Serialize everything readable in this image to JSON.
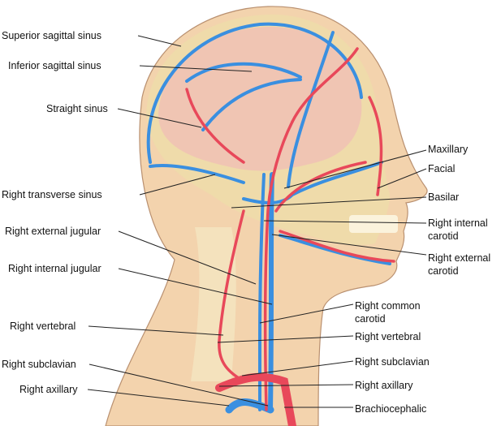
{
  "title": "Veins and arteries of the head and neck",
  "colors": {
    "vein": "#3a8fe0",
    "artery": "#e8485a",
    "skin": "#f3d3ad",
    "skull": "#eedcaa",
    "brain": "#efc2b4",
    "leader": "#222222"
  },
  "left_labels": [
    "Superior sagittal sinus",
    "Inferior sagittal sinus",
    "Straight sinus",
    "Right transverse sinus",
    "Right external jugular",
    "Right internal jugular",
    "Right vertebral",
    "Right subclavian",
    "Right axillary"
  ],
  "right_labels": [
    "Maxillary",
    "Facial",
    "Basilar",
    "Right internal carotid",
    "Right external carotid",
    "Right common carotid",
    "Right vertebral",
    "Right subclavian",
    "Right axillary",
    "Brachiocephalic"
  ]
}
